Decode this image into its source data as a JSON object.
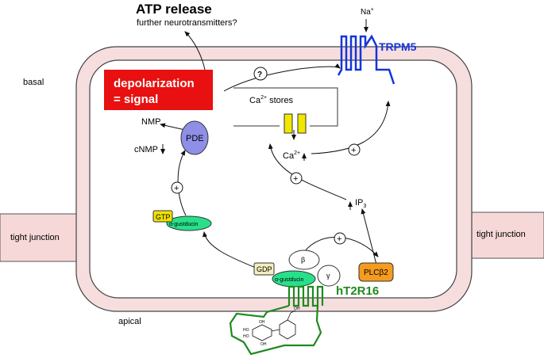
{
  "title": "ATP release",
  "subtitle": "further neurotransmitters?",
  "sides": {
    "basal": "basal",
    "apical": "apical"
  },
  "tight_junction_left": "tight junction",
  "tight_junction_right": "tight junction",
  "depolarization": {
    "line1": "depolarization",
    "line2": "= signal"
  },
  "channel": {
    "ion": "Na",
    "ion_sup": "+",
    "name": "TRPM5"
  },
  "stores": {
    "label": "Ca",
    "sup": "2+",
    "suffix": " stores"
  },
  "ca": {
    "label": "Ca",
    "sup": "2+"
  },
  "ip3": {
    "label": "IP",
    "sub": "3"
  },
  "pde": "PDE",
  "nmp": "NMP",
  "cnmp": "cNMP",
  "gtp": "GTP",
  "gdp": "GDP",
  "alpha_gustducin": "α-gustducin",
  "beta": "β",
  "gamma": "γ",
  "plc": "PLCβ2",
  "receptor": "hT2R16",
  "question_mark": "?",
  "plus": "+",
  "ligand": {
    "oh1": "OH",
    "oh2": "OH",
    "oh3": "OH",
    "ho1": "HO",
    "ho2": "HO"
  },
  "colors": {
    "membrane": "#f7dede",
    "depolarization": "#e81010",
    "trpm5": "#1535d8",
    "receptor": "#1f8a1f",
    "pde": "#8f8fe8",
    "gustducin": "#28e08a",
    "gtp": "#f2e200",
    "gdp": "#f3efbd",
    "plc": "#f59b1f",
    "channel_yellow": "#f0e800"
  }
}
